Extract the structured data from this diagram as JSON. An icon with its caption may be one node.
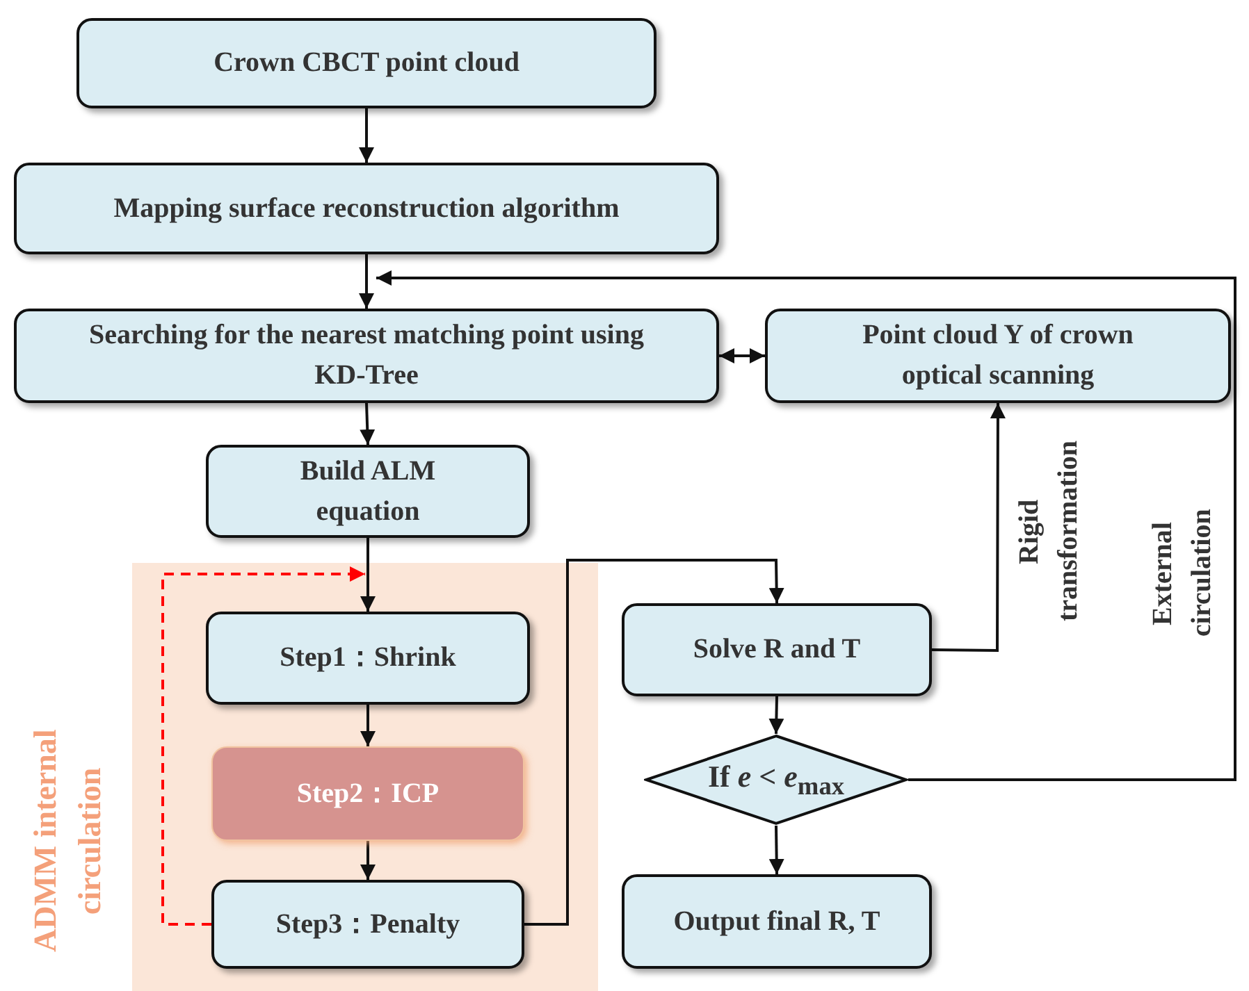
{
  "diagram": {
    "nodes": [
      {
        "text": [
          "Crown CBCT point cloud"
        ]
      },
      {
        "text": [
          "Mapping  surface reconstruction algorithm"
        ]
      },
      {
        "text": [
          "Searching for the nearest matching point using KD-Tree"
        ]
      },
      {
        "text": [
          "Point cloud  Y of crown optical scanning"
        ]
      },
      {
        "text": [
          "Build ALM equation"
        ]
      },
      {
        "text": [
          "ADMM internal circulation"
        ]
      },
      {
        "text": [
          "Step1：Shrink"
        ],
        "in": 5
      },
      {
        "text": [
          "Step2：ICP"
        ],
        "in": 5
      },
      {
        "text": [
          "Step3：Penalty"
        ],
        "in": 5
      },
      {
        "text": [
          "Solve R and T"
        ]
      },
      {
        "text": [
          "If *e* < *e*$_{max}$"
        ]
      },
      {
        "text": [
          "Output final R, T"
        ]
      }
    ],
    "edges": [
      {
        "from": 0,
        "to": 1,
        "arrow": "to"
      },
      {
        "from": 1,
        "to": 2,
        "arrow": "to"
      },
      {
        "from": 2,
        "to": 3,
        "arrow": "both"
      },
      {
        "from": 2,
        "to": 4,
        "arrow": "to"
      },
      {
        "from": 4,
        "to": 6,
        "arrow": "to"
      },
      {
        "from": 6,
        "to": 7,
        "arrow": "to"
      },
      {
        "from": 7,
        "to": 8,
        "arrow": "to"
      },
      {
        "from": 8,
        "to": 6,
        "arrow": "to",
        "style": "dashed",
        "color": "#ff0000"
      },
      {
        "from": 8,
        "to": 9,
        "arrow": "to"
      },
      {
        "from": 9,
        "to": 3,
        "arrow": "to",
        "label": "Rigid transformation"
      },
      {
        "from": 9,
        "to": 10,
        "arrow": "to"
      },
      {
        "from": 10,
        "to": 11,
        "arrow": "to"
      },
      {
        "from": 10,
        "to": 2,
        "arrow": "to",
        "label": "External circulation"
      }
    ]
  }
}
